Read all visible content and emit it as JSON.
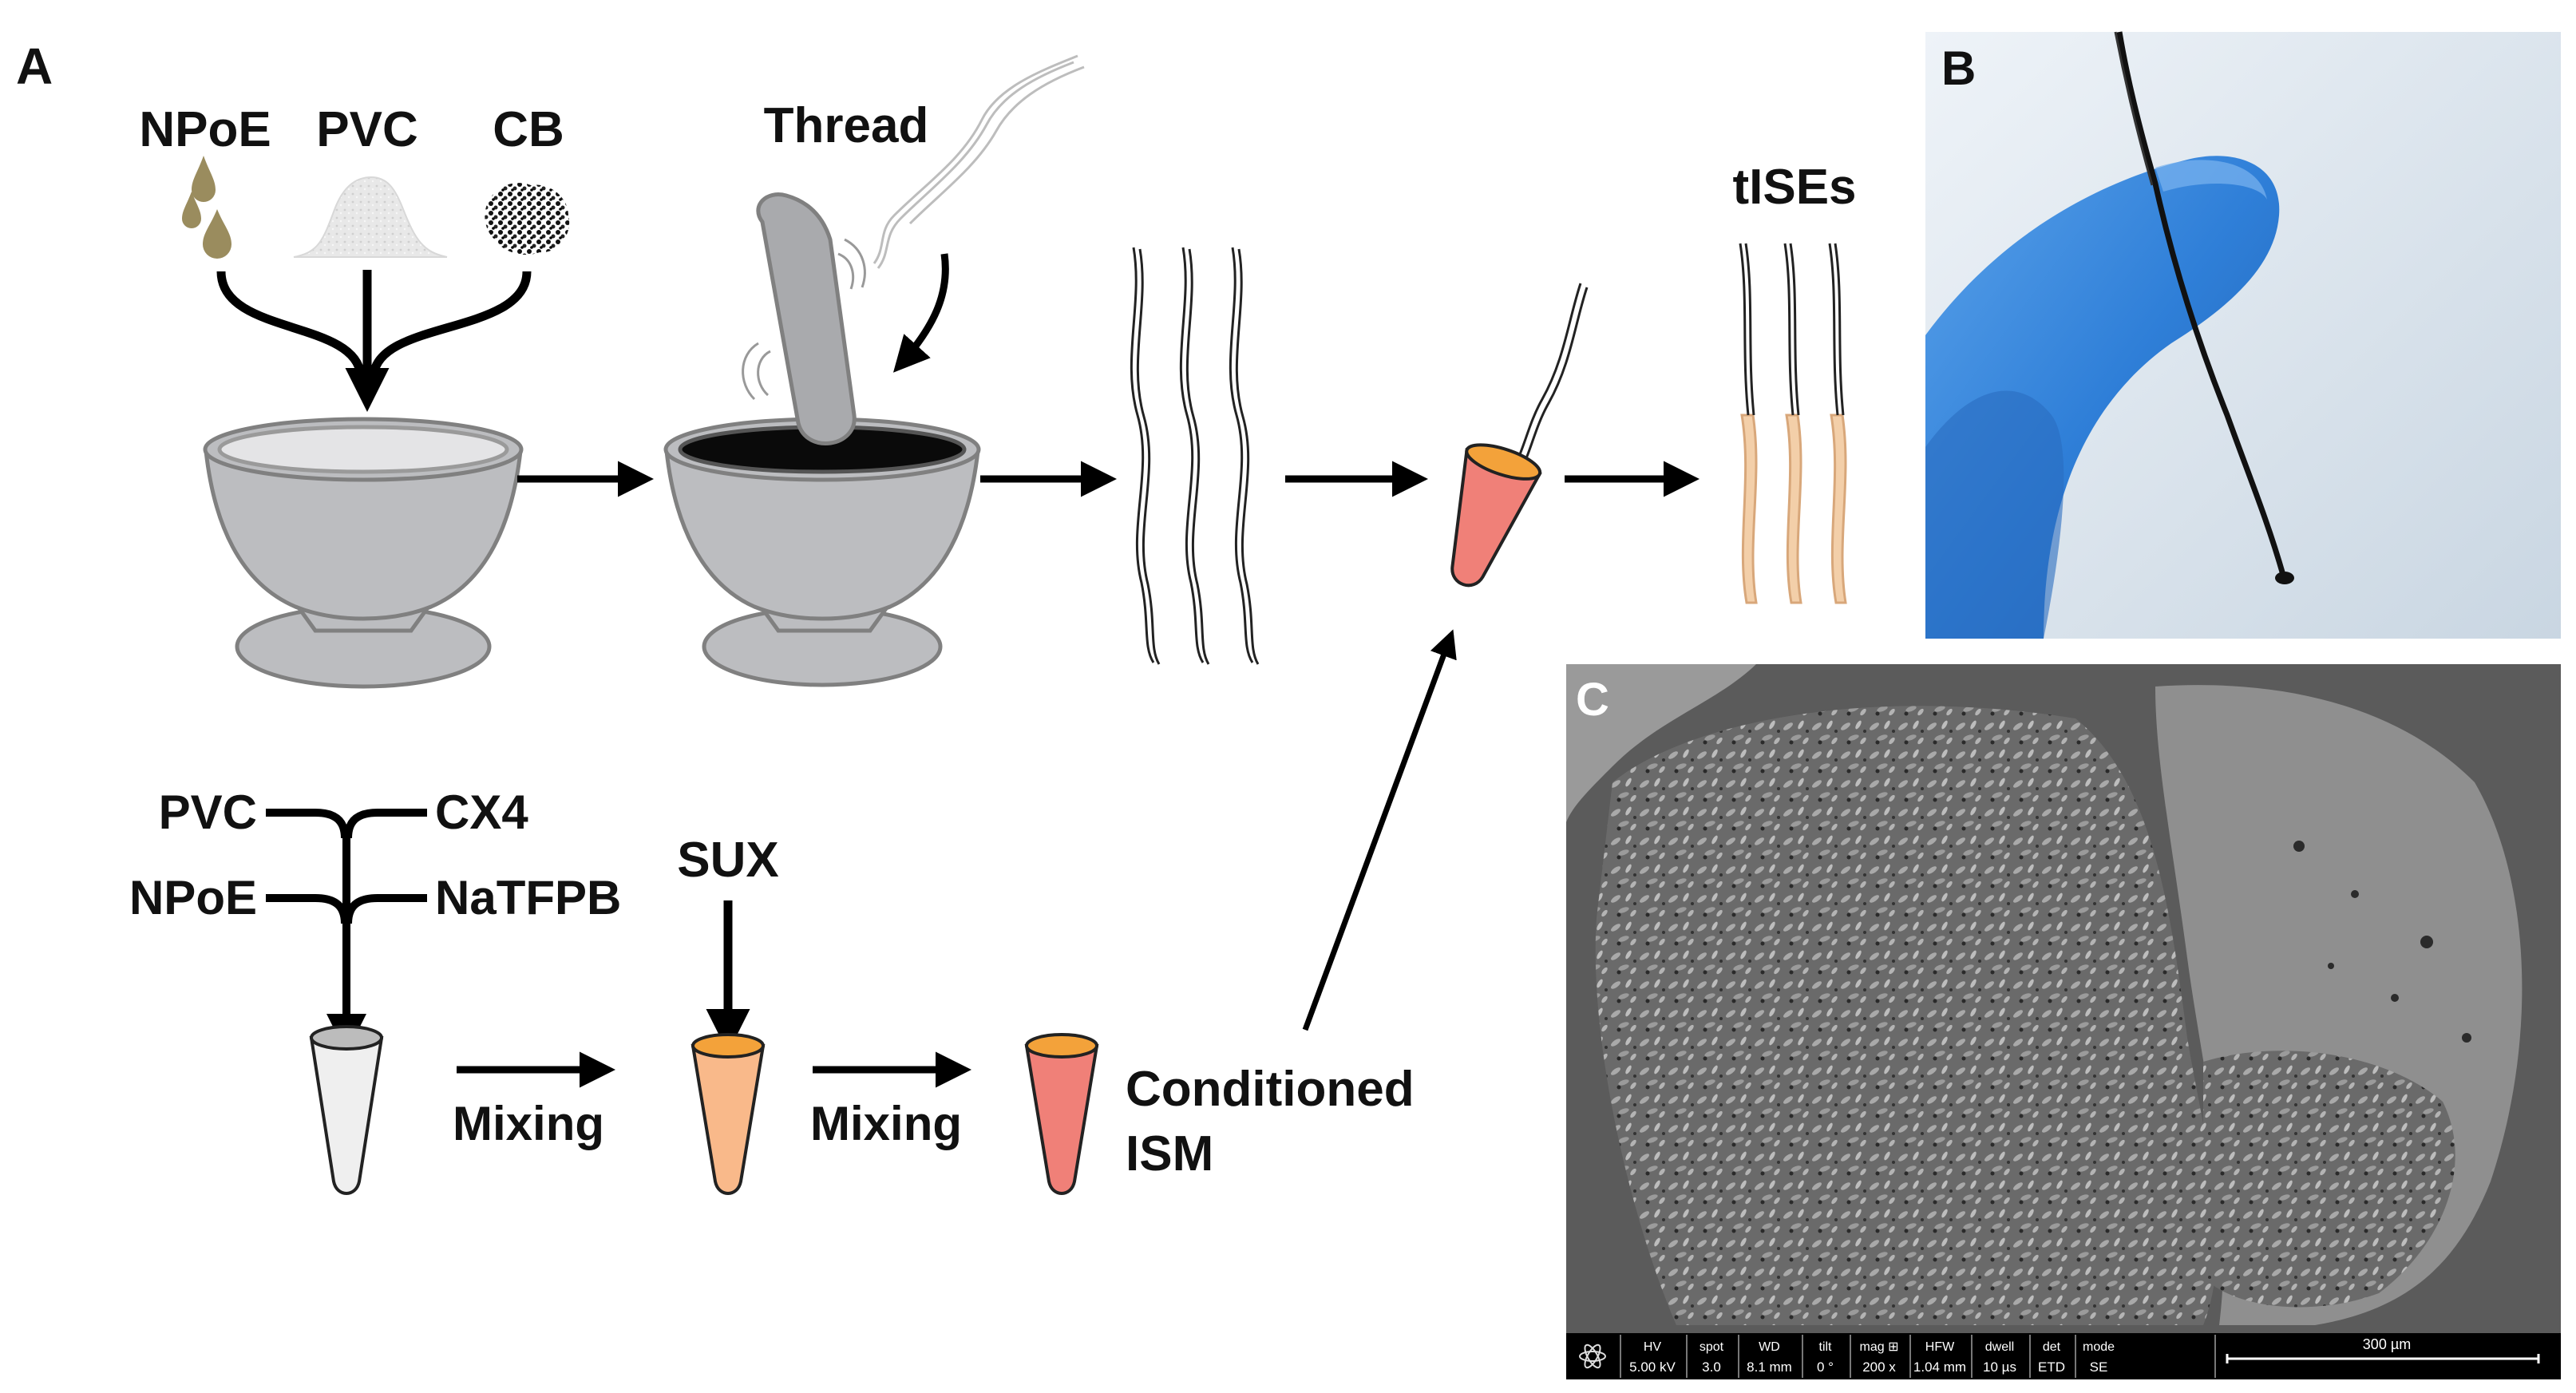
{
  "panels": {
    "a": "A",
    "b": "B",
    "c": "C"
  },
  "carbon_paste": {
    "ingredients": [
      "NPoE",
      "PVC",
      "CB"
    ],
    "thread_label": "Thread",
    "product_label": "tISEs"
  },
  "membrane": {
    "components": {
      "left_top": "PVC",
      "right_top": "CX4",
      "left_bottom": "NPoE",
      "right_bottom": "NaTFPB"
    },
    "ionophore": "SUX",
    "mixing_step_1": "Mixing",
    "mixing_step_2": "Mixing",
    "result_line1": "Conditioned",
    "result_line2": "ISM"
  },
  "sem_databar": {
    "headers": [
      "HV",
      "spot",
      "WD",
      "tilt",
      "mag ⊞",
      "HFW",
      "dwell",
      "det",
      "mode"
    ],
    "values": [
      "5.00 kV",
      "3.0",
      "8.1 mm",
      "0 °",
      "200 x",
      "1.04 mm",
      "10 µs",
      "ETD",
      "SE"
    ],
    "scale_bar": "300 µm"
  },
  "colors": {
    "mortar_gray": "#bcbdc0",
    "mortar_outline": "#808080",
    "npoe_drop": "#9a8c5e",
    "ism_pink": "#f08078",
    "ism_orange": "#f3a23a",
    "sux_mix": "#f9b98a",
    "membrane_coating": "#f3cfa9",
    "glove_blue": "#2f7fd8"
  }
}
